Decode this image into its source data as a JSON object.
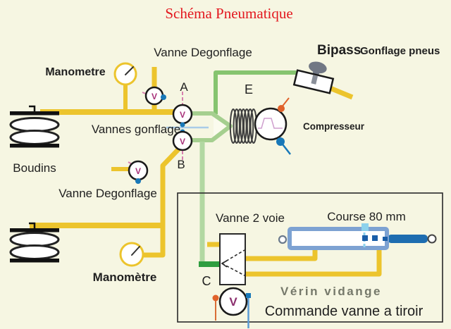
{
  "title": "Schéma Pneumatique",
  "labels": {
    "vanne_degonflage_top": "Vanne Degonflage",
    "bipass": "Bipass",
    "gonflage_pneus": "Gonflage pneus",
    "manometre_top": "Manometre",
    "point_a": "A",
    "point_e": "E",
    "point_b": "B",
    "point_c": "C",
    "compresseur": "Compresseur",
    "vannes_gonflage": "Vannes gonflage",
    "boudins": "Boudins",
    "vanne_degonflage_bottom": "Vanne Degonflage",
    "manometre_bottom": "Manomètre",
    "vanne_2_voie": "Vanne 2 voie",
    "course": "Course 80 mm",
    "verin_vidange": "Vérin vidange",
    "commande": "Commande vanne a tiroir",
    "valve_symbol": "V"
  },
  "colors": {
    "background": "#f6f6e2",
    "pipe-yellow": "#ecc42d",
    "pipe-green": "#86c46f",
    "pipe-green-light": "#a5cf8f",
    "pipe-green-pale": "#b2d8a2",
    "pipe-green-dark": "#2f9e40",
    "pipe-blue-light": "#a9cbe8",
    "accent-blue": "#1878b8",
    "accent-orange": "#e0622a",
    "accent-magenta": "#a8327a",
    "accent-magenta-dark": "#8b2f6e",
    "accent-magenta-light": "#d77fae",
    "rod-blue": "#1e6db0",
    "navy": "#1a5ea8",
    "cylinder-steel": "#7da2d2",
    "cyan": "#8ed2ec",
    "metal-gray": "#717784",
    "cam-pink": "#cf9fce",
    "title-red": "#e3181f",
    "text-dark": "#1f1f1f",
    "text-gray": "#75786a"
  }
}
